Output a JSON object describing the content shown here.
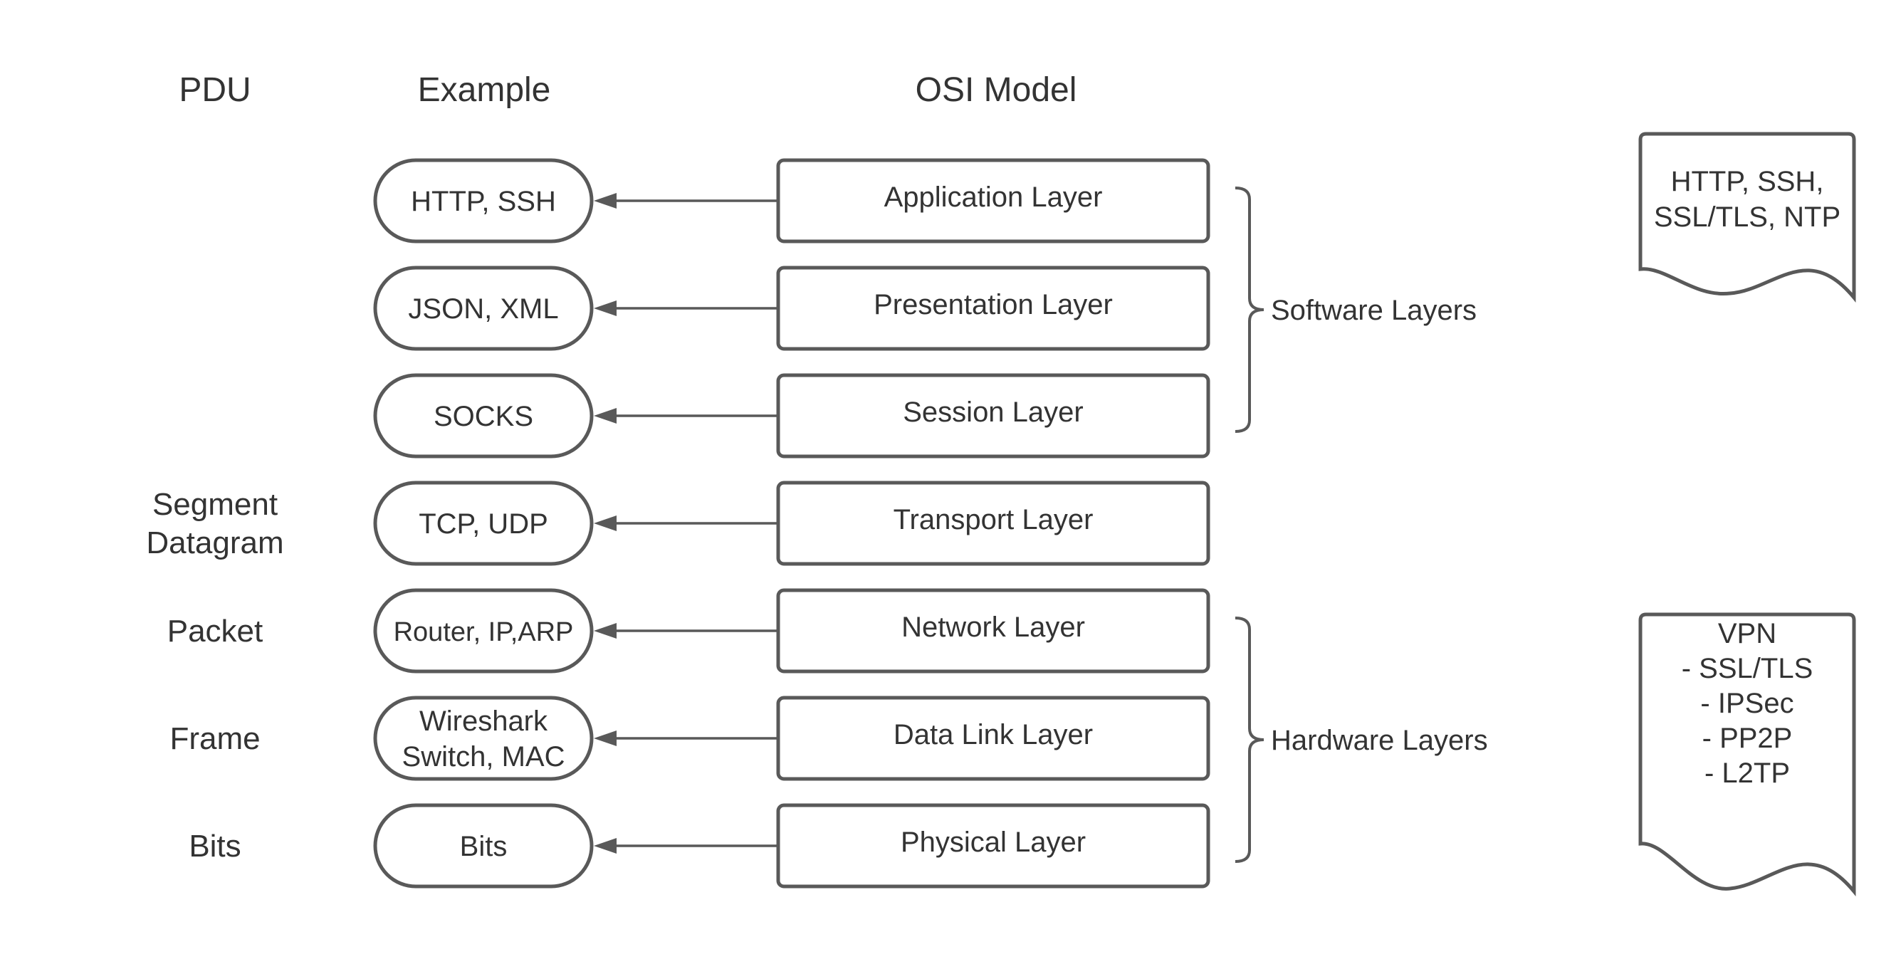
{
  "headers": {
    "pdu": "PDU",
    "example": "Example",
    "osi": "OSI Model"
  },
  "rows": [
    {
      "pdu": [],
      "example": [
        "HTTP, SSH"
      ],
      "layer": "Application Layer"
    },
    {
      "pdu": [],
      "example": [
        "JSON, XML"
      ],
      "layer": "Presentation Layer"
    },
    {
      "pdu": [],
      "example": [
        "SOCKS"
      ],
      "layer": "Session Layer"
    },
    {
      "pdu": [
        "Segment",
        "Datagram"
      ],
      "example": [
        "TCP, UDP"
      ],
      "layer": "Transport Layer",
      "highlight": true
    },
    {
      "pdu": [
        "Packet"
      ],
      "example": [
        "Router, IP,ARP"
      ],
      "layer": "Network Layer"
    },
    {
      "pdu": [
        "Frame"
      ],
      "example": [
        "Wireshark",
        "Switch, MAC"
      ],
      "layer": "Data Link Layer"
    },
    {
      "pdu": [
        "Bits"
      ],
      "example": [
        "Bits"
      ],
      "layer": "Physical Layer"
    }
  ],
  "groups": [
    {
      "label": "Software Layers",
      "from_row": 0,
      "to_row": 2
    },
    {
      "label": "Hardware Layers",
      "from_row": 4,
      "to_row": 6
    }
  ],
  "notes": [
    {
      "lines": [
        "HTTP, SSH,",
        "SSL/TLS, NTP"
      ]
    },
    {
      "lines": [
        "VPN",
        "- SSL/TLS",
        "- IPSec",
        "- PP2P",
        "- L2TP"
      ]
    }
  ],
  "colors": {
    "highlight": "#ff8f80",
    "stroke": "#595959",
    "text": "#333333"
  }
}
